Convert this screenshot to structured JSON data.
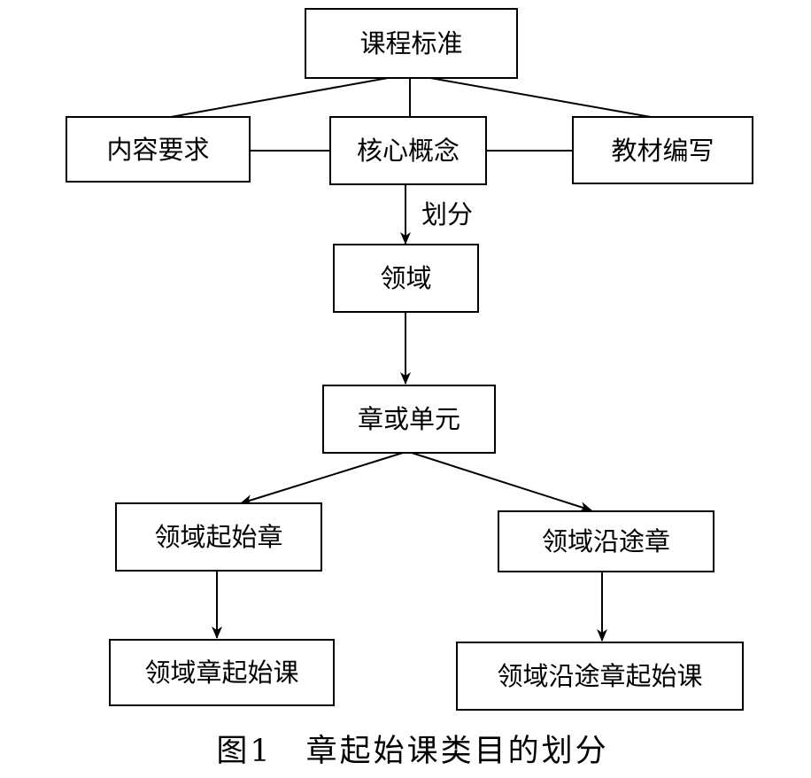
{
  "nodes": {
    "curriculum_standard": "课程标准",
    "content_requirements": "内容要求",
    "core_concepts": "核心概念",
    "textbook_writing": "教材编写",
    "domain": "领域",
    "chapter_or_unit": "章或单元",
    "domain_starting_chapter": "领域起始章",
    "domain_along_chapter": "领域沿途章",
    "domain_chapter_starting_lesson": "领域章起始课",
    "domain_along_chapter_starting_lesson": "领域沿途章起始课"
  },
  "edges": {
    "divide_label": "划分"
  },
  "caption": "图1　章起始课类目的划分"
}
